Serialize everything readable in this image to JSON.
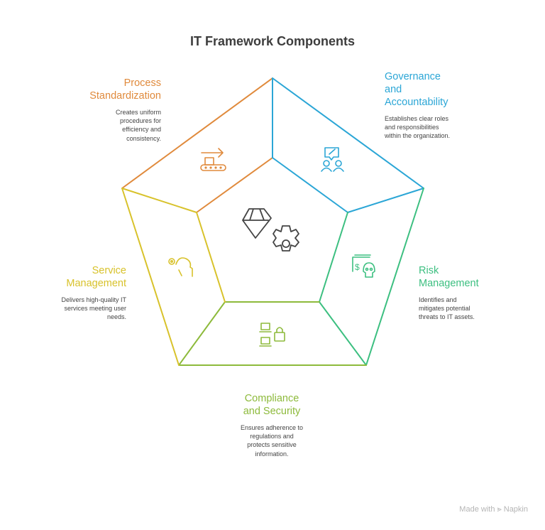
{
  "title": "IT Framework Components",
  "colors": {
    "process": "#E08A3C",
    "governance": "#2BA6D6",
    "risk": "#3CBF80",
    "compliance": "#8DBA3B",
    "service": "#D8C22B",
    "center": "#444444"
  },
  "components": {
    "process": {
      "title_lines": [
        "Process",
        "Standardization"
      ],
      "desc_lines": [
        "Creates uniform",
        "procedures for",
        "efficiency and",
        "consistency."
      ],
      "icon": "conveyor-box-icon"
    },
    "governance": {
      "title_lines": [
        "Governance",
        "and",
        "Accountability"
      ],
      "desc_lines": [
        "Establishes clear roles",
        "and responsibilities",
        "within the organization."
      ],
      "icon": "people-gavel-icon"
    },
    "risk": {
      "title_lines": [
        "Risk",
        "Management"
      ],
      "desc_lines": [
        "Identifies and",
        "mitigates potential",
        "threats to IT assets."
      ],
      "icon": "money-skull-icon"
    },
    "compliance": {
      "title_lines": [
        "Compliance",
        "and Security"
      ],
      "desc_lines": [
        "Ensures adherence to",
        "regulations and",
        "protects sensitive",
        "information."
      ],
      "icon": "devices-lock-icon"
    },
    "service": {
      "title_lines": [
        "Service",
        "Management"
      ],
      "desc_lines": [
        "Delivers high-quality IT",
        "services meeting user",
        "needs."
      ],
      "icon": "hand-gear-icon"
    }
  },
  "center_icon": "diamond-gear-icon",
  "footer": "Made with ⪢ Napkin"
}
